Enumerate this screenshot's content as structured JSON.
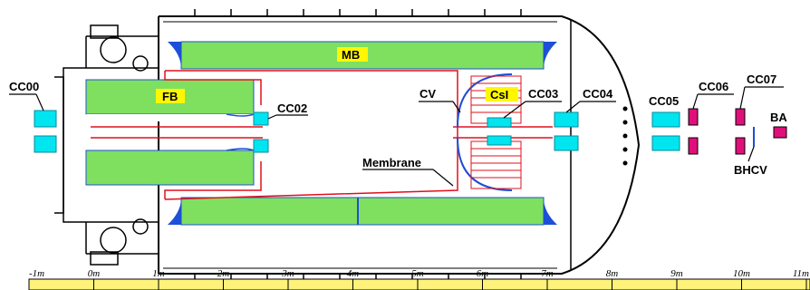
{
  "labels": {
    "cc00": "CC00",
    "fb": "FB",
    "mb": "MB",
    "cc02": "CC02",
    "cv": "CV",
    "csi": "CsI",
    "cc03": "CC03",
    "cc04": "CC04",
    "cc05": "CC05",
    "cc06": "CC06",
    "cc07": "CC07",
    "ba": "BA",
    "bhcv": "BHCV",
    "membrane": "Membrane"
  },
  "scale": {
    "ticks": [
      "-1m",
      "0m",
      "1m",
      "2m",
      "3m",
      "4m",
      "5m",
      "6m",
      "7m",
      "8m",
      "9m",
      "10m",
      "11m"
    ]
  },
  "colors": {
    "cyan": "#00e5f0",
    "magenta": "#e0107a",
    "green": "#7fe060",
    "blue": "#1d4fd8",
    "red": "#e0101e",
    "yellow": "#fff700",
    "ruler": "#fff27a"
  }
}
